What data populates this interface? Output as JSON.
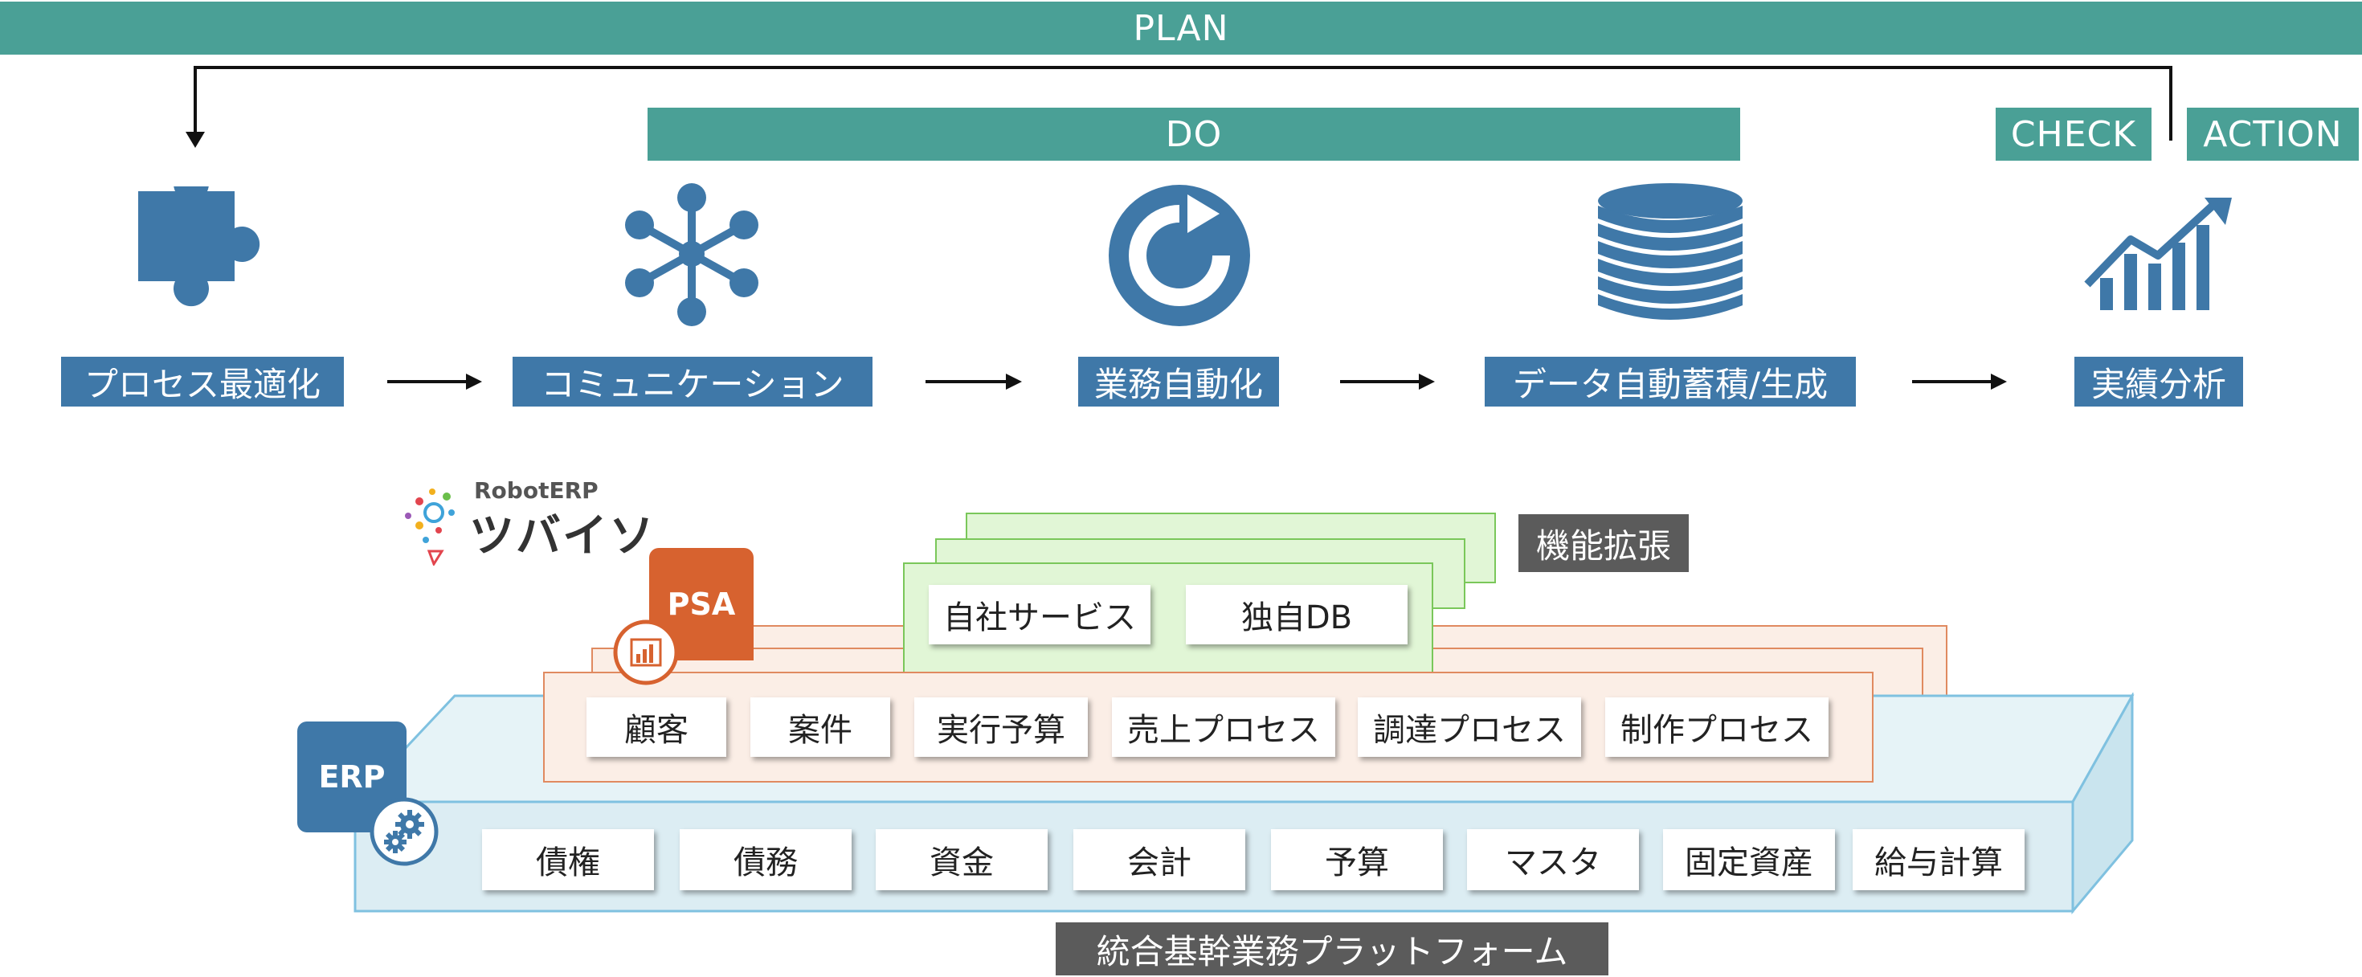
{
  "pdca": {
    "plan": "PLAN",
    "do": "DO",
    "check": "CHECK",
    "action": "ACTION"
  },
  "steps": [
    {
      "label": "プロセス最適化",
      "icon": "puzzle-piece-icon"
    },
    {
      "label": "コミュニケーション",
      "icon": "network-hub-icon"
    },
    {
      "label": "業務自動化",
      "icon": "refresh-circle-icon"
    },
    {
      "label": "データ自動蓄積/生成",
      "icon": "database-icon"
    },
    {
      "label": "実績分析",
      "icon": "growth-chart-icon"
    }
  ],
  "logo": {
    "brand": "RobotERP",
    "name": "ツバイソ"
  },
  "layers": {
    "extension": {
      "title": "機能拡張",
      "items": [
        "自社サービス",
        "独自DB"
      ]
    },
    "psa": {
      "tag": "PSA",
      "items": [
        "顧客",
        "案件",
        "実行予算",
        "売上プロセス",
        "調達プロセス",
        "制作プロセス"
      ]
    },
    "erp": {
      "tag": "ERP",
      "items": [
        "債権",
        "債務",
        "資金",
        "会計",
        "予算",
        "マスタ",
        "固定資産",
        "給与計算"
      ]
    },
    "platform": "統合基幹業務プラットフォーム"
  },
  "colors": {
    "teal": "#4aa096",
    "blue": "#3f78a8",
    "orange": "#d7622f",
    "green_fill": "#e1f6d6",
    "green_border": "#7ac75a",
    "peach_fill": "#fbeee6",
    "peach_border": "#e08a60",
    "lightblue_fill": "#dcedf3",
    "lightblue_border": "#7fc1e0",
    "gray": "#5b5b5b"
  }
}
